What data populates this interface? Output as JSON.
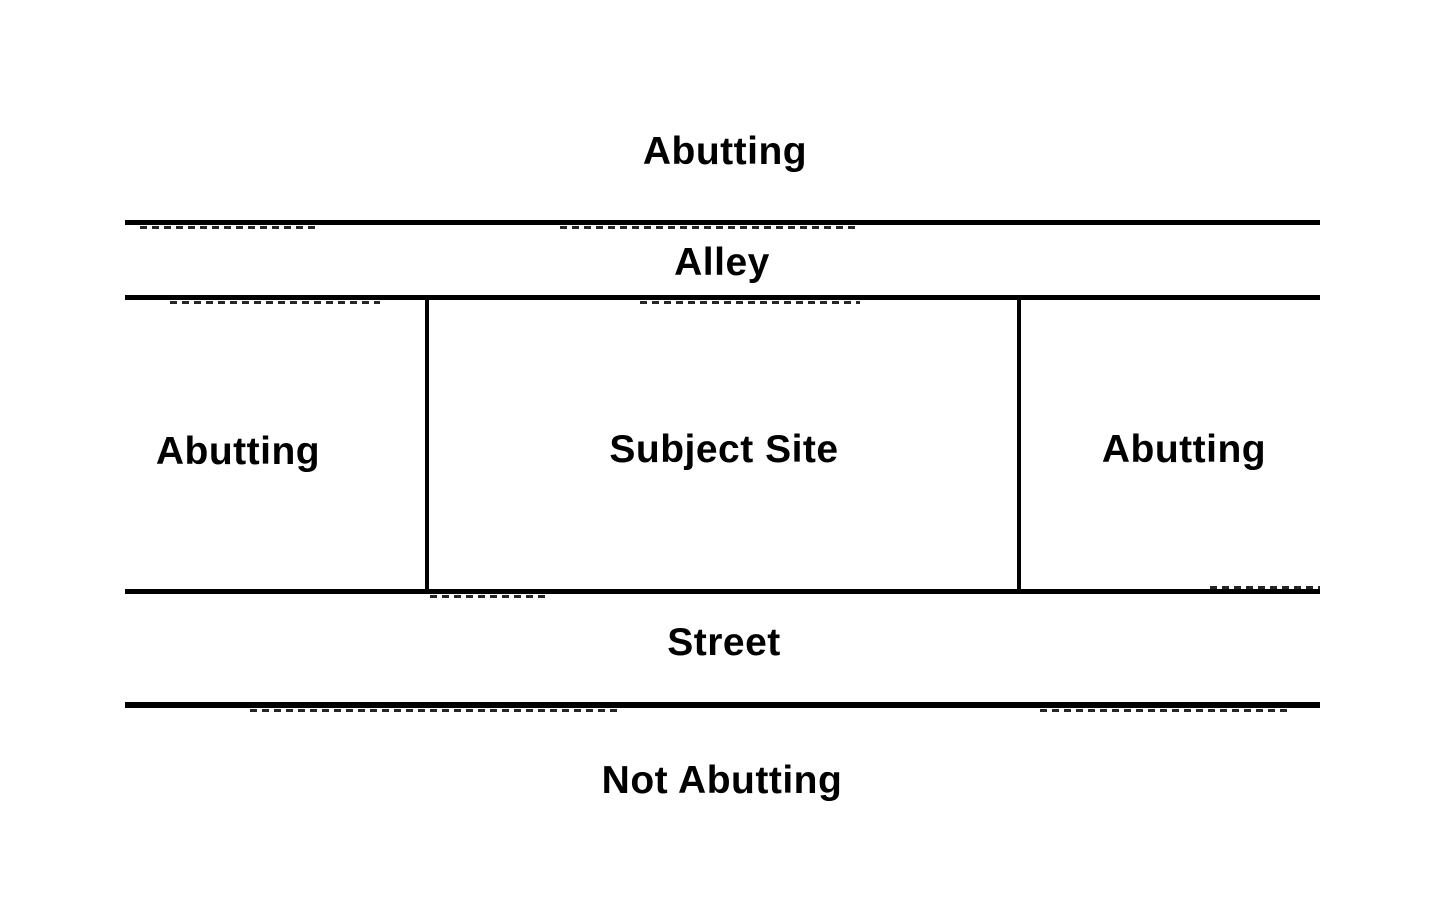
{
  "diagram": {
    "labels": {
      "north_abutting": "Abutting",
      "alley": "Alley",
      "west_abutting": "Abutting",
      "subject_site": "Subject Site",
      "east_abutting": "Abutting",
      "street": "Street",
      "not_abutting": "Not Abutting"
    },
    "colors": {
      "background": "#ffffff",
      "line": "#000000",
      "text": "#000000"
    }
  }
}
